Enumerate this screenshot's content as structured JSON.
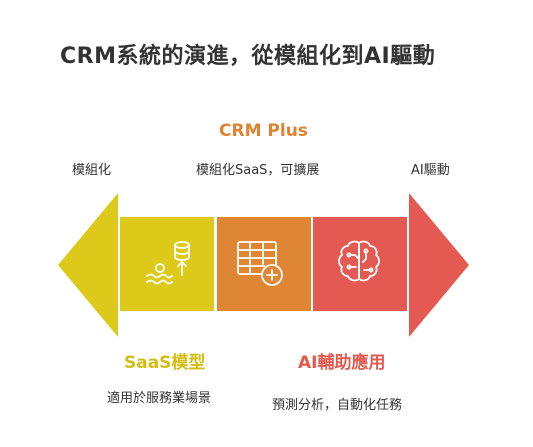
{
  "title": "CRM系統的演進，從模組化到AI驅動",
  "top": {
    "heading": "CRM Plus",
    "left_label": "模組化",
    "center_label": "模組化SaaS，可擴展",
    "right_label": "AI驅動"
  },
  "bottom": {
    "left_heading": "SaaS模型",
    "left_desc": "適用於服務業場景",
    "right_heading": "AI輔助應用",
    "right_desc": "預測分析，自動化任務"
  },
  "colors": {
    "yellow": "#dcc919",
    "orange": "#df8634",
    "red": "#e45a52",
    "yellow_text": "#d4bd13",
    "orange_text": "#de8430",
    "red_text": "#e35a4f"
  },
  "icons": [
    "database-upload-icon",
    "table-add-icon",
    "brain-circuit-icon"
  ]
}
